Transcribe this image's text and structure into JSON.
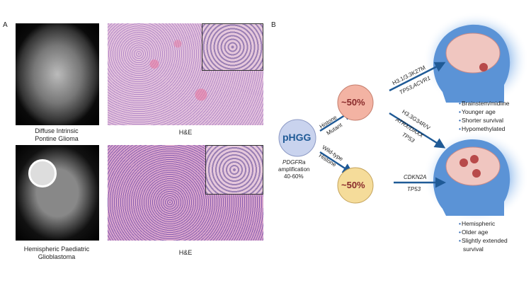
{
  "panel_a": {
    "label": "A",
    "top": {
      "mri_caption": [
        "Diffuse Intrinsic",
        "Pontine Glioma"
      ],
      "he_caption": "H&E"
    },
    "bottom": {
      "mri_caption": [
        "Hemispheric Paediatric",
        "Glioblastoma"
      ],
      "he_caption": "H&E"
    }
  },
  "panel_b": {
    "label": "B",
    "origin": {
      "label": "pHGG",
      "note": [
        "PDGFRa",
        "amplification",
        "40-60%"
      ]
    },
    "upper_branch": {
      "arrow_labels": [
        "Histone",
        "Mutant"
      ],
      "node": "~50%",
      "paths": [
        {
          "labels": [
            "H3.1/3.3K27M",
            "TP53,ACVR1"
          ]
        },
        {
          "labels": [
            "H3.3G34R/V",
            "ATRX/DAXX",
            "TP53"
          ]
        }
      ]
    },
    "lower_branch": {
      "arrow_labels": [
        "Wild-type",
        "Histone"
      ],
      "node": "~50%",
      "path_labels": [
        "CDKN2A",
        "TP53"
      ]
    },
    "outcome_top": [
      "Brainstem/midline",
      "Younger age",
      "Shorter survival",
      "Hypomethylated"
    ],
    "outcome_bottom": [
      "Hemispheric",
      "Older age",
      "Slightly extended",
      "survival"
    ],
    "colors": {
      "arrow": "#1f5a96",
      "mutant_node": "#f3b3a3",
      "wildtype_node": "#f5dc9a",
      "origin": "#c9d3ee",
      "head": "#5b93d6"
    }
  }
}
